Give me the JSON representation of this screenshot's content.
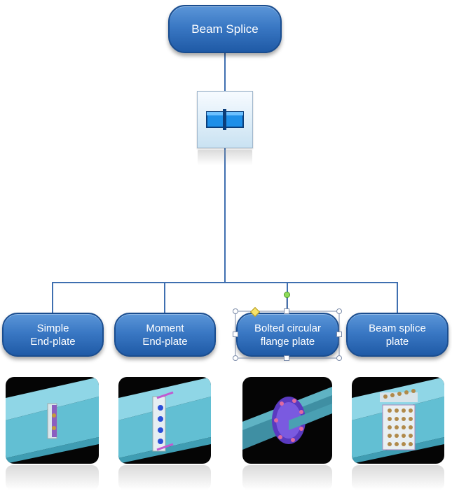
{
  "root": {
    "label": "Beam  Splice"
  },
  "children": [
    {
      "label": "Simple\nEnd-plate"
    },
    {
      "label": "Moment\nEnd-plate"
    },
    {
      "label": "Bolted circular\nflange plate"
    },
    {
      "label": "Beam splice\nplate"
    }
  ],
  "icons": {
    "center": "beam-splice-icon",
    "thumbnails": [
      "simple-end-plate-render",
      "moment-end-plate-render",
      "circular-flange-plate-render",
      "splice-plate-render"
    ]
  },
  "colors": {
    "node_fill": "#3a78c4",
    "connector": "#3f6fb0",
    "beam": "#6ec6d8"
  }
}
